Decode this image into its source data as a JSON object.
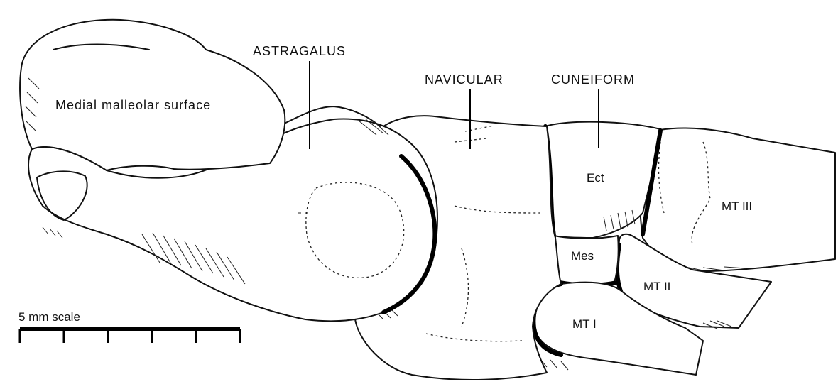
{
  "labels": {
    "medial_malleolar_surface": "Medial malleolar surface",
    "astragalus": "ASTRAGALUS",
    "navicular": "NAVICULAR",
    "cuneiform": "CUNEIFORM",
    "ect": "Ect",
    "mes": "Mes",
    "mt_i": "MT I",
    "mt_ii": "MT II",
    "mt_iii": "MT III"
  },
  "scale_bar": {
    "label": "5 mm scale",
    "divisions": 5
  },
  "colors": {
    "ink": "#111111",
    "background": "#ffffff"
  }
}
